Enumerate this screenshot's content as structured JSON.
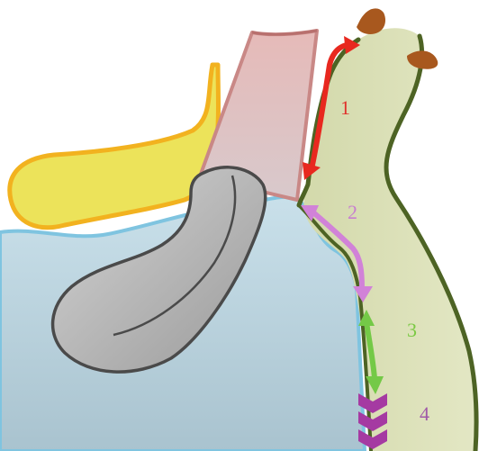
{
  "labels": [
    {
      "text": "1",
      "color": "#e0312b"
    },
    {
      "text": "2",
      "color": "#c87fd0"
    },
    {
      "text": "3",
      "color": "#7ac943"
    },
    {
      "text": "4",
      "color": "#a05aa8"
    }
  ],
  "colors": {
    "cavity_fill": "#b9d5e0",
    "cavity_outline": "#7fc4e0",
    "yellow_fill": "#ece35a",
    "yellow_outline": "#f2b21f",
    "tube_fill": "#dcaaa8",
    "tube_outline": "#c98886",
    "tissue_fill": "#d9dfb5",
    "tissue_outline": "#4d6324",
    "tip_fill": "#a8581e",
    "gray_fill": "#aeaeae",
    "gray_outline": "#4a4a4a",
    "arrow_red": "#e8281f",
    "arrow_purple": "#d182d8",
    "arrow_green": "#74c947",
    "chevron_magenta": "#a53aa2"
  }
}
